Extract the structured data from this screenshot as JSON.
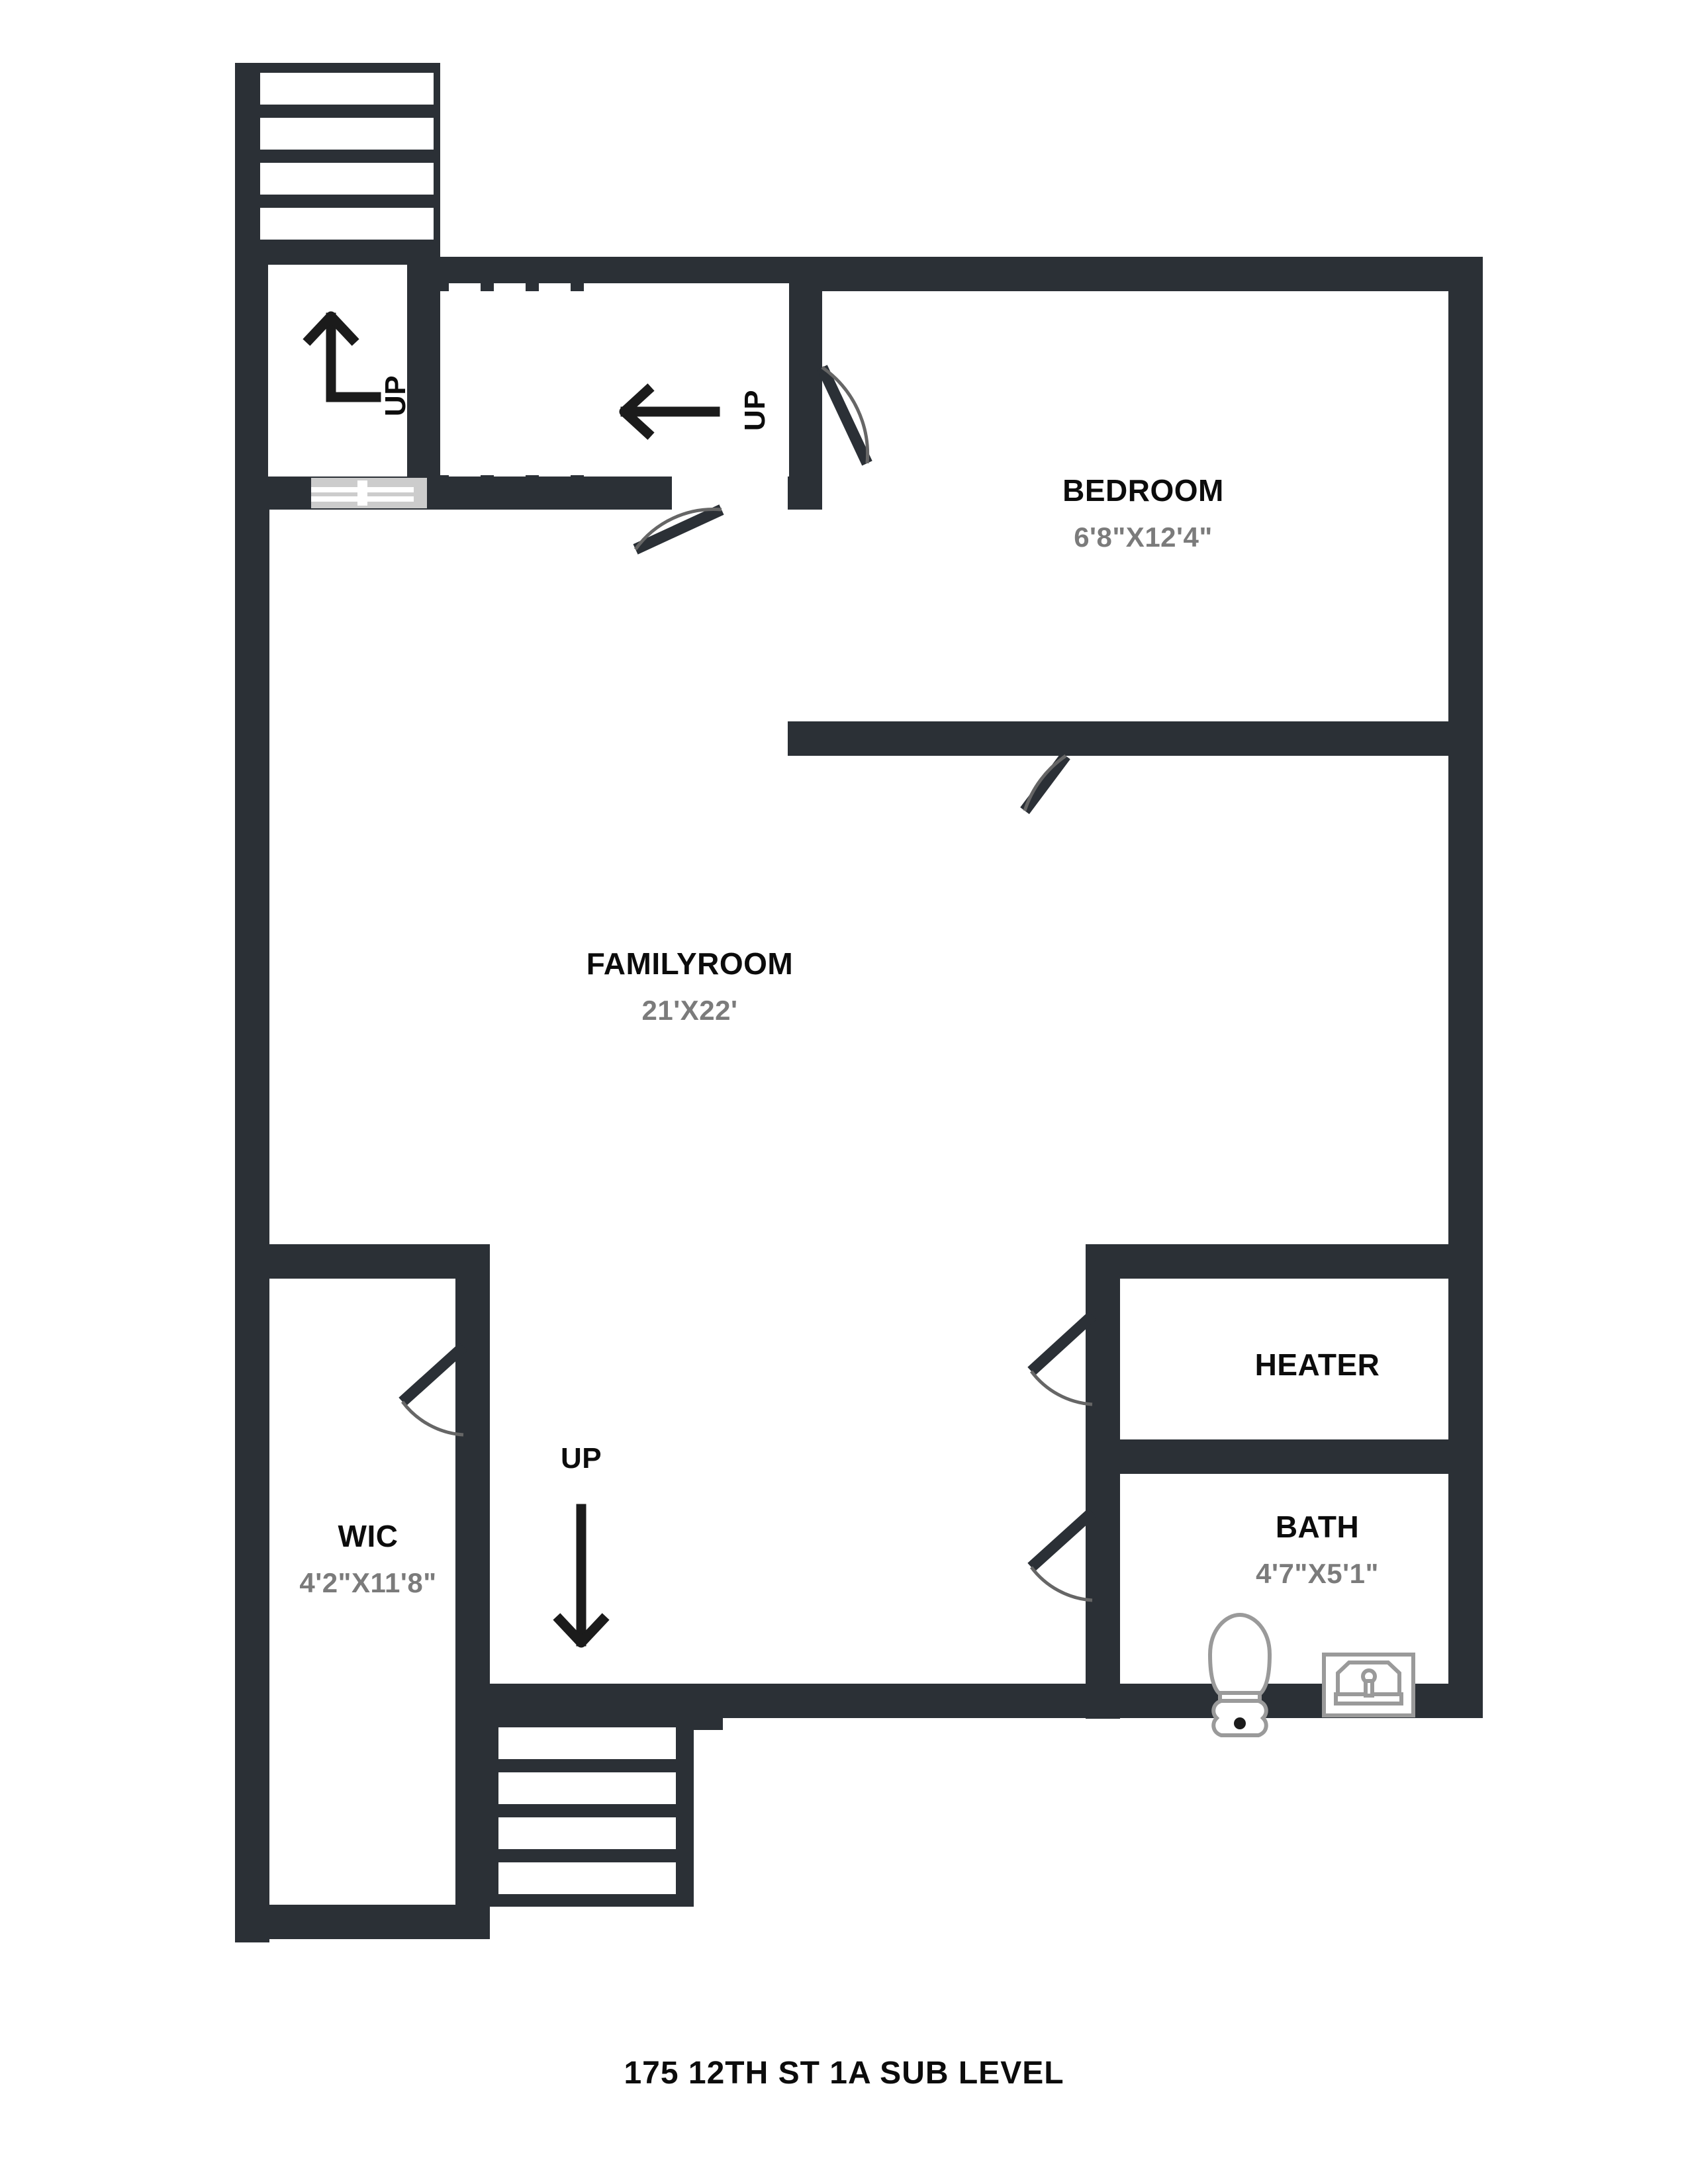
{
  "plan": {
    "title": "175 12TH ST 1A SUB LEVEL",
    "wall_color": "#2b3036",
    "fixture_color": "#9a9a9a",
    "window_color": "#cccccc",
    "label_color": "#0c0c0c",
    "dimension_color": "#7b7b7b",
    "background": "#ffffff"
  },
  "rooms": [
    {
      "id": "bedroom",
      "name": "BEDROOM",
      "dimensions": "6'8\"X12'4\""
    },
    {
      "id": "familyroom",
      "name": "FAMILYROOM",
      "dimensions": "21'X22'"
    },
    {
      "id": "wic",
      "name": "WIC",
      "dimensions": "4'2\"X11'8\""
    },
    {
      "id": "heater",
      "name": "HEATER",
      "dimensions": ""
    },
    {
      "id": "bath",
      "name": "BATH",
      "dimensions": "4'7\"X5'1\""
    }
  ],
  "stair_markers": [
    {
      "id": "up-topleft",
      "label": "UP",
      "direction": "up"
    },
    {
      "id": "up-topmiddle",
      "label": "UP",
      "direction": "left"
    },
    {
      "id": "up-bottomstair",
      "label": "UP",
      "direction": "down"
    }
  ],
  "fixtures": [
    {
      "id": "toilet",
      "name": "toilet",
      "room": "bath"
    },
    {
      "id": "sink",
      "name": "sink",
      "room": "bath"
    }
  ],
  "stair_runs": [
    {
      "id": "stairs-top-left",
      "orientation": "horizontal",
      "treads": 4
    },
    {
      "id": "stairs-top-middle",
      "orientation": "vertical",
      "treads": 4
    },
    {
      "id": "stairs-bottom",
      "orientation": "horizontal",
      "treads": 4
    }
  ],
  "openings": [
    {
      "id": "window-left-wall",
      "type": "window"
    },
    {
      "id": "door-bedroom-top",
      "type": "door"
    },
    {
      "id": "door-bedroom-bottom",
      "type": "door"
    },
    {
      "id": "door-stairhall",
      "type": "door"
    },
    {
      "id": "door-wic",
      "type": "door"
    },
    {
      "id": "door-heater",
      "type": "door"
    },
    {
      "id": "door-bath",
      "type": "door"
    }
  ]
}
